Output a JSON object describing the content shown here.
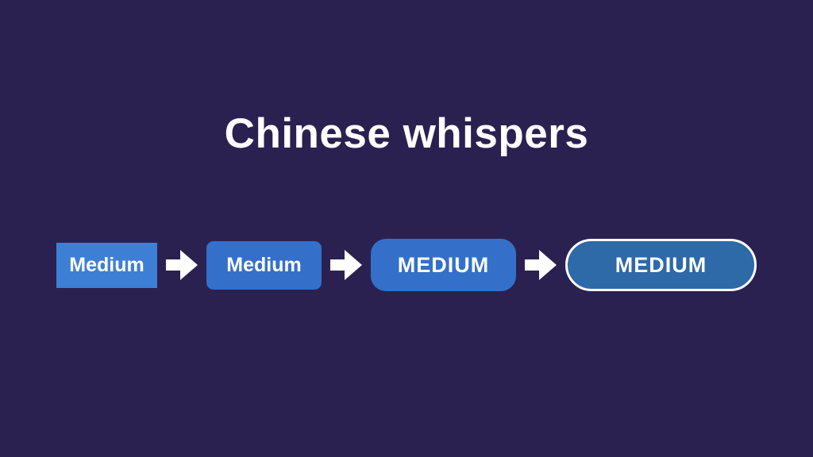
{
  "slide": {
    "title": "Chinese whispers",
    "stages": [
      {
        "label": "Medium"
      },
      {
        "label": "Medium"
      },
      {
        "label": "MEDIUM"
      },
      {
        "label": "MEDIUM"
      }
    ]
  },
  "icons": {
    "arrow": "right-block-arrow"
  },
  "colors": {
    "background": "#2b2150",
    "title-text": "#ffffff",
    "stage-text": "#ffffff",
    "stage1-fill": "#3e7fd6",
    "stage2-fill": "#3470c9",
    "stage3-fill": "#3470c9",
    "stage4-fill": "#2e69a8",
    "stage4-border": "#ffffff",
    "arrow": "#ffffff"
  }
}
